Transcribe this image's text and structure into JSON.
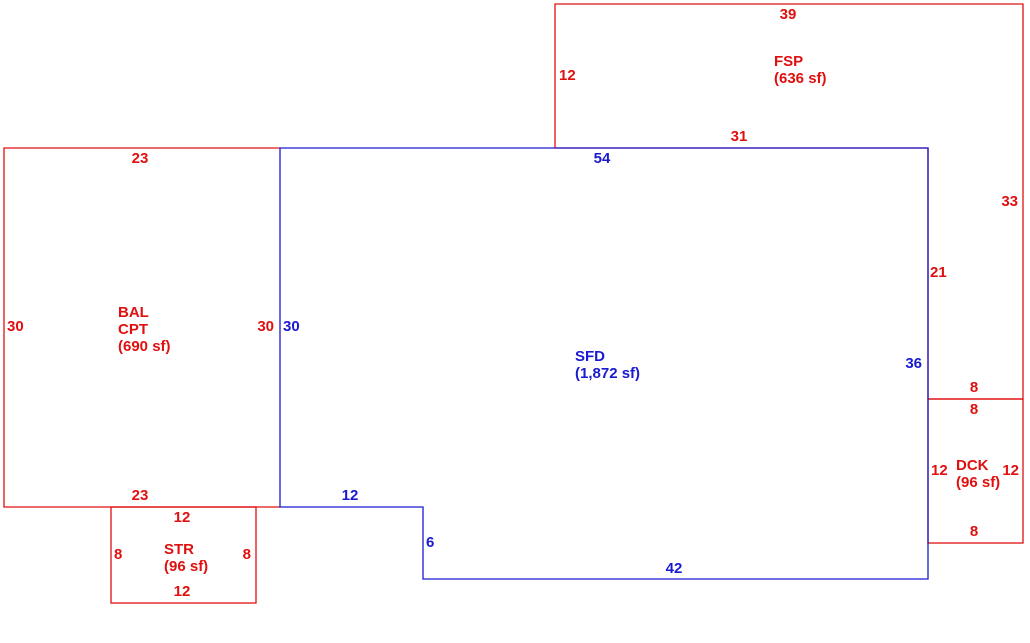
{
  "colors": {
    "annex": "#e01010",
    "main": "#1a1ad0",
    "background": "#ffffff"
  },
  "areas": {
    "fsp": {
      "code": "FSP",
      "area": "(636 sf)",
      "dims": {
        "top": "39",
        "left": "12",
        "bottom": "31",
        "right": "33",
        "right_lower": "21"
      }
    },
    "bal": {
      "code1": "BAL",
      "code2": "CPT",
      "area": "(690 sf)",
      "dims": {
        "top": "23",
        "left": "30",
        "right": "30",
        "bottom": "23"
      }
    },
    "sfd": {
      "code": "SFD",
      "area": "(1,872 sf)",
      "dims": {
        "top": "54",
        "left": "30",
        "right": "36",
        "bottom_left": "12",
        "step": "6",
        "bottom": "42"
      }
    },
    "dck": {
      "code": "DCK",
      "area": "(96 sf)",
      "dims": {
        "top_outer": "8",
        "top": "8",
        "left": "12",
        "right": "12",
        "bottom": "8"
      }
    },
    "str": {
      "code": "STR",
      "area": "(96 sf)",
      "dims": {
        "top": "12",
        "left": "8",
        "right": "8",
        "bottom": "12"
      }
    }
  }
}
